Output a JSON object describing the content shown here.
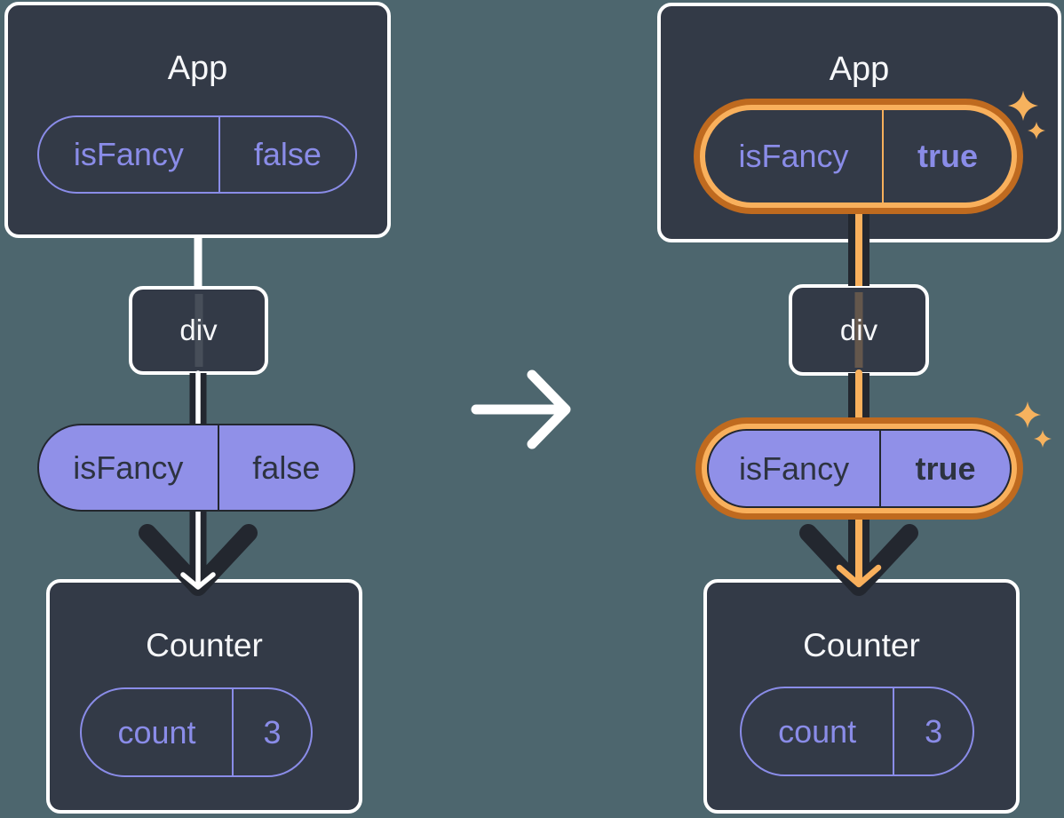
{
  "colors": {
    "background": "#4D666E",
    "box_fill": "#333A47",
    "white": "#FFFFFF",
    "purple": "#8A8CE8",
    "purple_fill": "#9090E8",
    "dark_ink": "#23272F",
    "dark_text": "#2D3340",
    "orange_outer": "#BF6A1F",
    "orange_inner": "#F9B05C",
    "sparkle": "#F6B25E"
  },
  "left": {
    "app": {
      "title": "App",
      "state": {
        "name": "isFancy",
        "value": "false"
      }
    },
    "div_label": "div",
    "state_pill": {
      "name": "isFancy",
      "value": "false"
    },
    "counter": {
      "title": "Counter",
      "state": {
        "name": "count",
        "value": "3"
      }
    }
  },
  "right": {
    "app": {
      "title": "App",
      "state": {
        "name": "isFancy",
        "value": "true"
      }
    },
    "div_label": "div",
    "state_pill": {
      "name": "isFancy",
      "value": "true"
    },
    "counter": {
      "title": "Counter",
      "state": {
        "name": "count",
        "value": "3"
      }
    }
  }
}
